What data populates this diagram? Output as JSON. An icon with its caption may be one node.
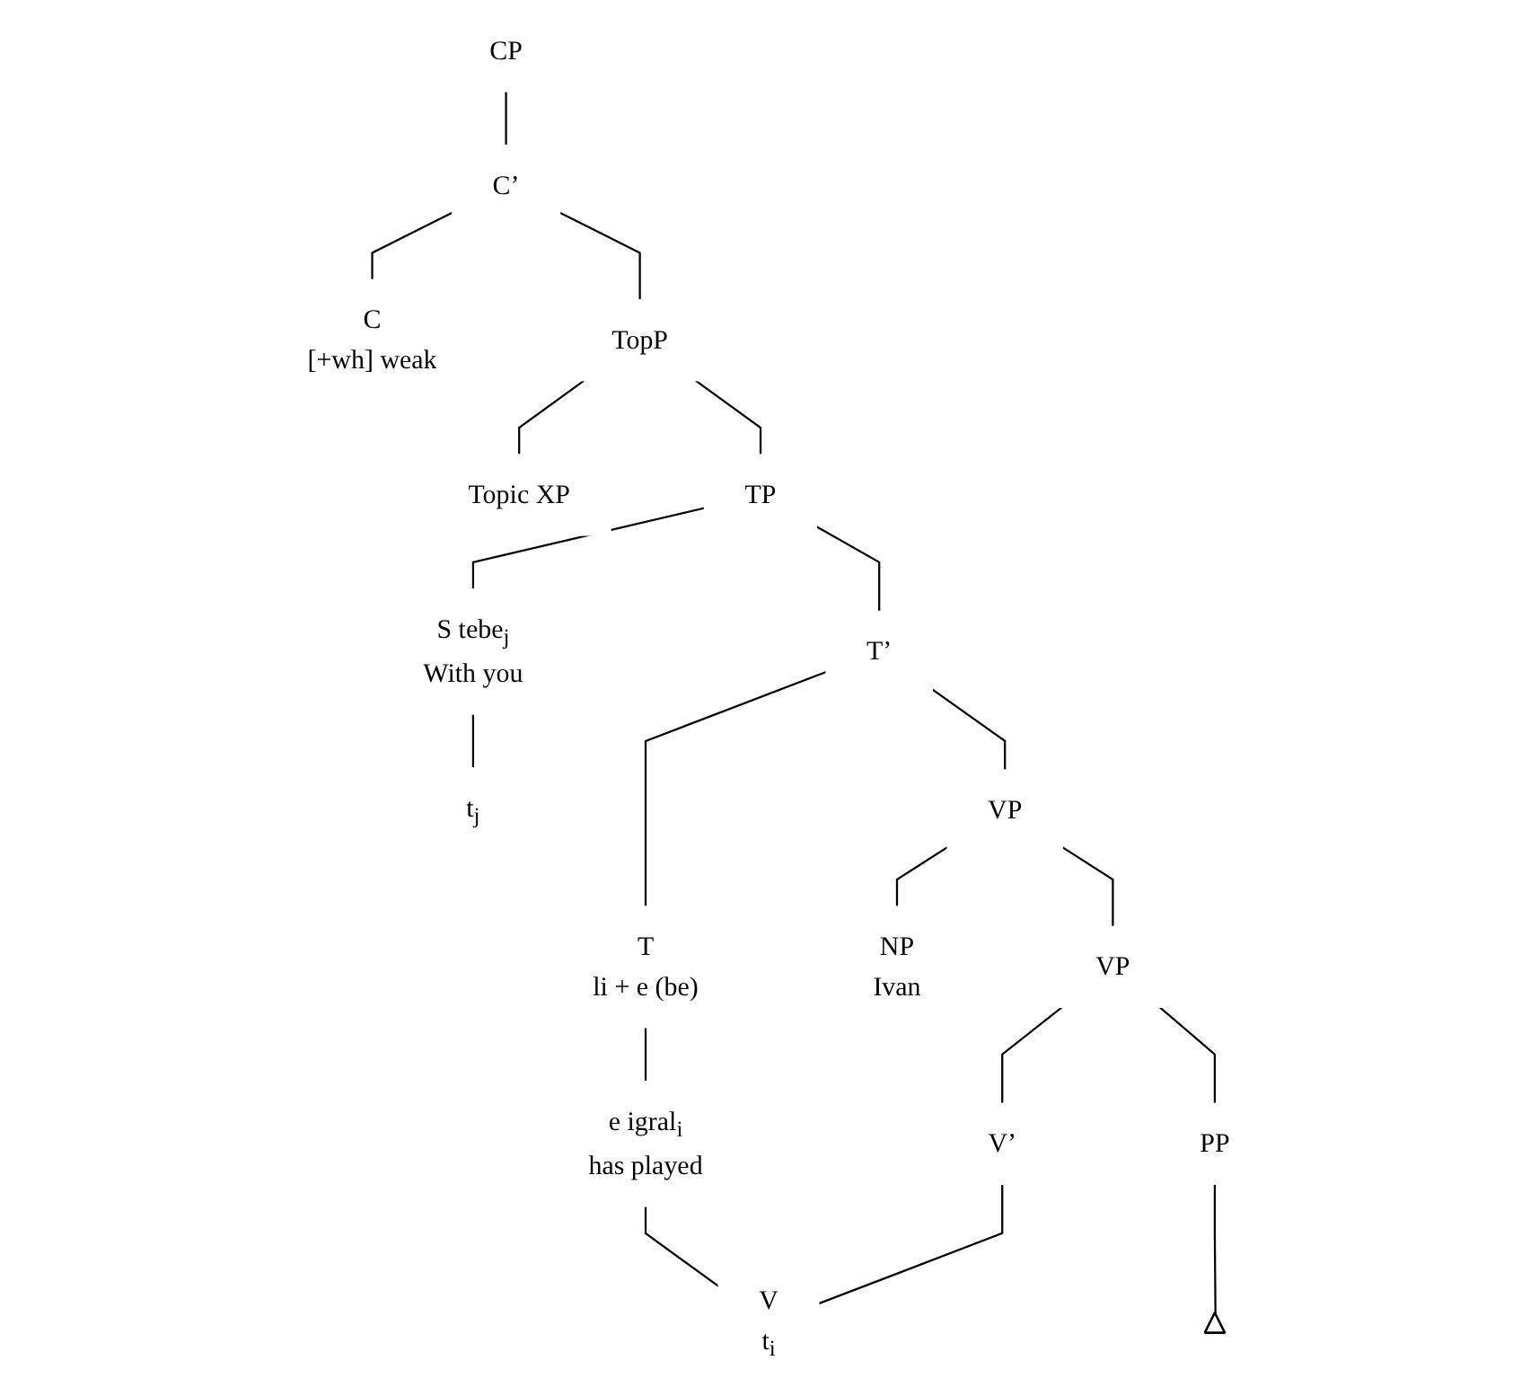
{
  "diagram": {
    "nodes": [
      {
        "text": [
          "CP"
        ]
      },
      {
        "text": [
          "C’"
        ]
      },
      {
        "text": [
          "C",
          "[+wh] weak"
        ]
      },
      {
        "text": [
          "TopP"
        ]
      },
      {
        "text": [
          "Topic XP"
        ]
      },
      {
        "text": [
          "TP"
        ]
      },
      {
        "text": [
          "S tebe$_{j}$",
          "With you"
        ]
      },
      {
        "text": [
          "T’"
        ]
      },
      {
        "text": [
          "T",
          "li + e (be)"
        ]
      },
      {
        "text": [
          "e igral$_{i}$",
          "has played"
        ]
      },
      {
        "text": [
          "VP"
        ]
      },
      {
        "text": [
          "NP",
          "Ivan"
        ]
      },
      {
        "text": [
          "VP"
        ]
      },
      {
        "text": [
          "V’"
        ]
      },
      {
        "text": [
          "PP"
        ]
      },
      {
        "text": [],
        "shape": "triangle"
      },
      {
        "text": [
          "V",
          "t$_{i}$"
        ]
      },
      {
        "text": [
          "t$_{j}$"
        ]
      }
    ],
    "edges": [
      {
        "from": 0,
        "to": 1,
        "arrow": "none"
      },
      {
        "from": 1,
        "to": 2,
        "arrow": "none"
      },
      {
        "from": 1,
        "to": 3,
        "arrow": "none"
      },
      {
        "from": 3,
        "to": 4,
        "arrow": "none"
      },
      {
        "from": 3,
        "to": 5,
        "arrow": "none"
      },
      {
        "from": 5,
        "to": 6,
        "arrow": "none"
      },
      {
        "from": 5,
        "to": 7,
        "arrow": "none"
      },
      {
        "from": 7,
        "to": 8,
        "arrow": "none"
      },
      {
        "from": 7,
        "to": 10,
        "arrow": "none"
      },
      {
        "from": 8,
        "to": 9,
        "arrow": "none"
      },
      {
        "from": 10,
        "to": 11,
        "arrow": "none"
      },
      {
        "from": 10,
        "to": 12,
        "arrow": "none"
      },
      {
        "from": 12,
        "to": 13,
        "arrow": "none"
      },
      {
        "from": 12,
        "to": 14,
        "arrow": "none"
      },
      {
        "from": 14,
        "to": 15,
        "arrow": "none"
      },
      {
        "from": 13,
        "to": 16,
        "arrow": "none"
      },
      {
        "from": 9,
        "to": 16,
        "arrow": "none"
      },
      {
        "from": 6,
        "to": 17,
        "arrow": "none"
      }
    ]
  }
}
